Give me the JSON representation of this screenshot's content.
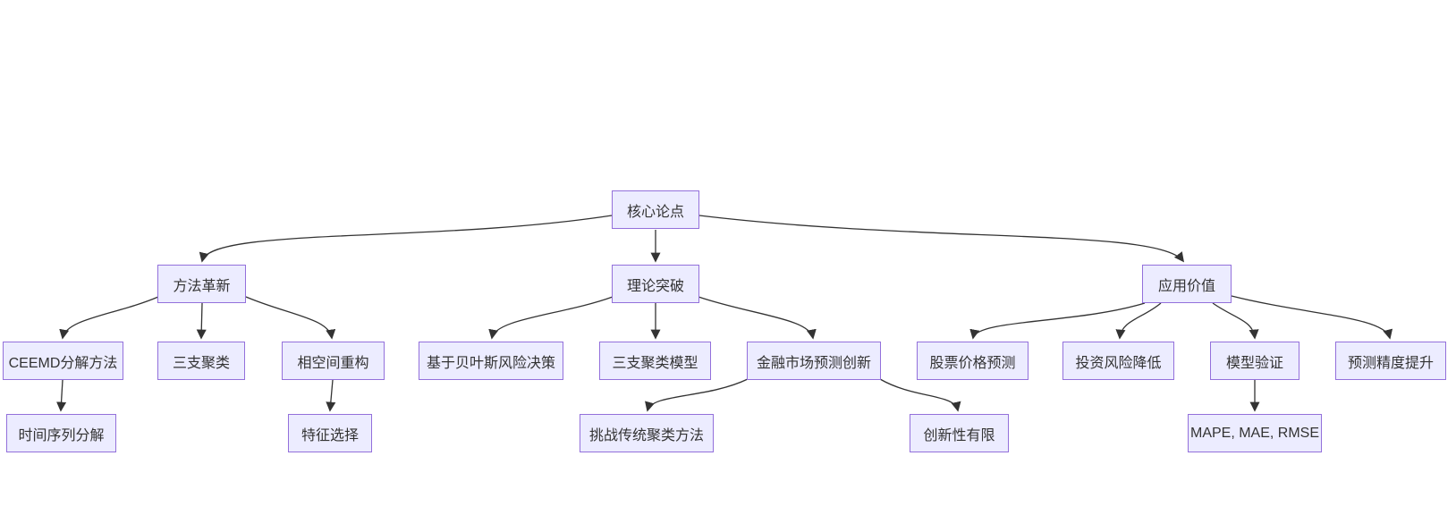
{
  "diagram": {
    "type": "flowchart-top-down",
    "background": "#ffffff",
    "style": {
      "node_fill": "#ECECFF",
      "node_border": "#9370DB",
      "text_color": "#333333",
      "edge_color": "#333333"
    },
    "nodes": {
      "root": "核心论点",
      "method": "方法革新",
      "theory": "理论突破",
      "application": "应用价值",
      "ceemd": "CEEMD分解方法",
      "three_way": "三支聚类",
      "phase_space": "相空间重构",
      "bayes": "基于贝叶斯风险决策",
      "three_way_model": "三支聚类模型",
      "finance": "金融市场预测创新",
      "stock": "股票价格预测",
      "risk": "投资风险降低",
      "validation": "模型验证",
      "precision": "预测精度提升",
      "ts_decomp": "时间序列分解",
      "feature": "特征选择",
      "challenge": "挑战传统聚类方法",
      "limited": "创新性有限",
      "metrics": "MAPE, MAE, RMSE"
    },
    "edges": [
      [
        "核心论点",
        "方法革新"
      ],
      [
        "核心论点",
        "理论突破"
      ],
      [
        "核心论点",
        "应用价值"
      ],
      [
        "方法革新",
        "CEEMD分解方法"
      ],
      [
        "方法革新",
        "三支聚类"
      ],
      [
        "方法革新",
        "相空间重构"
      ],
      [
        "理论突破",
        "基于贝叶斯风险决策"
      ],
      [
        "理论突破",
        "三支聚类模型"
      ],
      [
        "理论突破",
        "金融市场预测创新"
      ],
      [
        "金融市场预测创新",
        "挑战传统聚类方法"
      ],
      [
        "金融市场预测创新",
        "创新性有限"
      ],
      [
        "应用价值",
        "股票价格预测"
      ],
      [
        "应用价值",
        "投资风险降低"
      ],
      [
        "应用价值",
        "模型验证"
      ],
      [
        "应用价值",
        "预测精度提升"
      ],
      [
        "CEEMD分解方法",
        "时间序列分解"
      ],
      [
        "相空间重构",
        "特征选择"
      ],
      [
        "模型验证",
        "MAPE, MAE, RMSE"
      ]
    ]
  }
}
